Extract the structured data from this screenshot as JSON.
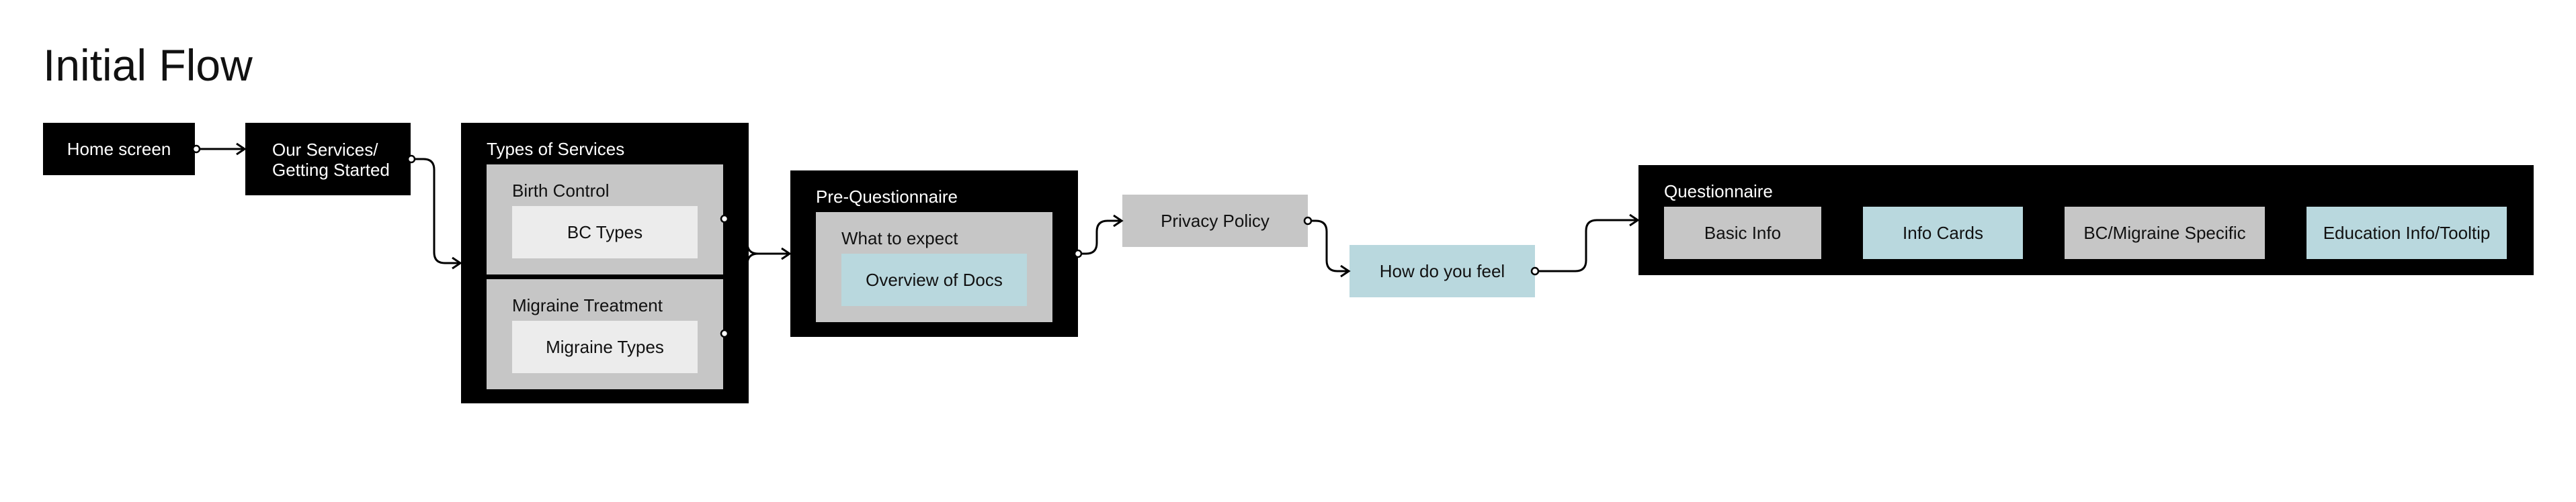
{
  "diagram": {
    "title": "Initial Flow",
    "nodes": {
      "home": "Home screen",
      "our_services": [
        "Our Services/",
        "Getting Started"
      ],
      "types_of_services": {
        "title": "Types of Services",
        "birth_control": {
          "title": "Birth Control",
          "child": "BC Types"
        },
        "migraine": {
          "title": "Migraine Treatment",
          "child": "Migraine Types"
        }
      },
      "pre_questionnaire": {
        "title": "Pre-Questionnaire",
        "what_to_expect": {
          "title": "What to expect",
          "child": "Overview of Docs"
        }
      },
      "privacy_policy": "Privacy Policy",
      "how_do_you_feel": "How do you feel",
      "questionnaire": {
        "title": "Questionnaire",
        "items": [
          "Basic Info",
          "Info Cards",
          "BC/Migraine Specific",
          "Education Info/Tooltip"
        ]
      }
    },
    "colors": {
      "black": "#000000",
      "gray": "#c6c6c6",
      "light_gray": "#ececec",
      "teal": "#b9d8de"
    }
  }
}
